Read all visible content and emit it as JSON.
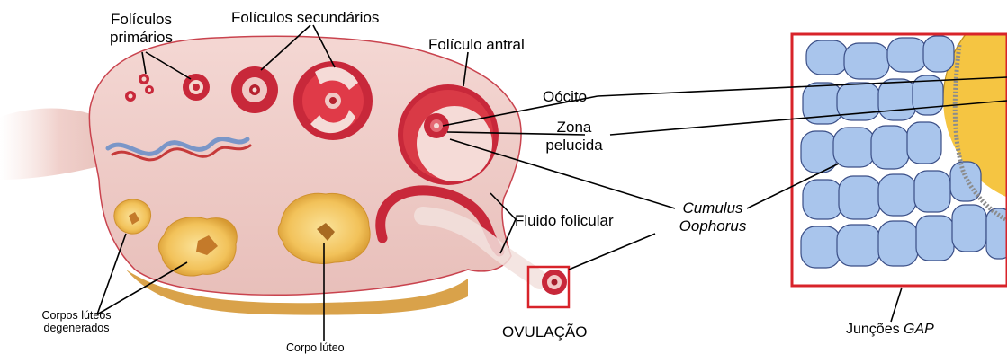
{
  "labels": {
    "primary_follicles_line1": "Folículos",
    "primary_follicles_line2": "primários",
    "secondary_follicles": "Folículos secundários",
    "antral_follicle": "Folículo antral",
    "oocyte": "Oócito",
    "zona_line1": "Zona",
    "zona_line2": "pelucida",
    "cumulus_line1": "Cumulus",
    "cumulus_line2": "Oophorus",
    "follicular_fluid": "Fluido folicular",
    "degenerated_line1": "Corpos lúteos",
    "degenerated_line2": "degenerados",
    "corpus_luteum": "Corpo lúteo",
    "ovulation": "OVULAÇÃO",
    "gap_prefix": "Junções",
    "gap_suffix": "GAP"
  },
  "colors": {
    "stroma": "#f2d3cf",
    "follicle_red": "#c8283a",
    "follicle_dark": "#9c1a28",
    "luteum_yellow": "#f2c25a",
    "zoom_frame": "#d8232a",
    "cell_blue": "#a9c5ec",
    "oocyte_gold": "#f5c542"
  }
}
